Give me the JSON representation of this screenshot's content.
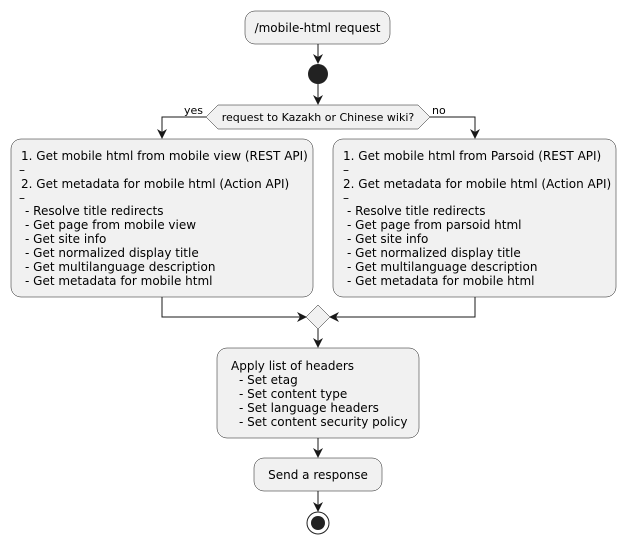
{
  "diagram": {
    "top_node": "/mobile-html request",
    "decision": "request to Kazakh or Chinese wiki?",
    "branch_yes": "yes",
    "branch_no": "no",
    "left_box": {
      "lines": [
        "1. Get mobile html from mobile view (REST API)",
        "2. Get metadata for mobile html (Action API)",
        "- Resolve title redirects",
        "- Get page from mobile view",
        "- Get site info",
        "- Get normalized display title",
        "- Get multilanguage description",
        "- Get metadata for mobile html"
      ]
    },
    "right_box": {
      "lines": [
        "1. Get mobile html from Parsoid (REST API)",
        "2. Get metadata for mobile html (Action API)",
        "- Resolve title redirects",
        "- Get page from parsoid html",
        "- Get site info",
        "- Get normalized display title",
        "- Get multilanguage description",
        "- Get metadata for mobile html"
      ]
    },
    "headers_box": {
      "lines": [
        "Apply list of headers",
        "- Set etag",
        "- Set content type",
        "- Set language headers",
        "- Set content security policy"
      ]
    },
    "response_node": "Send a response"
  }
}
